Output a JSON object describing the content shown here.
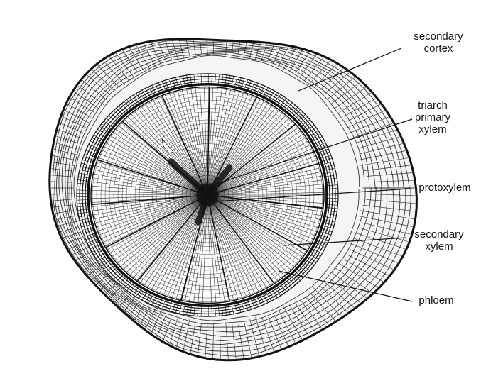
{
  "labels": {
    "secondary_cortex": [
      "secondary",
      "cortex"
    ],
    "triarch_primary_xylem": [
      "triarch",
      "primary",
      "xylem"
    ],
    "protoxylem": [
      "protoxylem"
    ],
    "secondary_xylem": [
      "secondary",
      "xylem"
    ],
    "phloem": [
      "phloem"
    ]
  },
  "colors": {
    "ink": "#111111",
    "background": "#ffffff",
    "cell_fill": "#f4f4f4"
  }
}
